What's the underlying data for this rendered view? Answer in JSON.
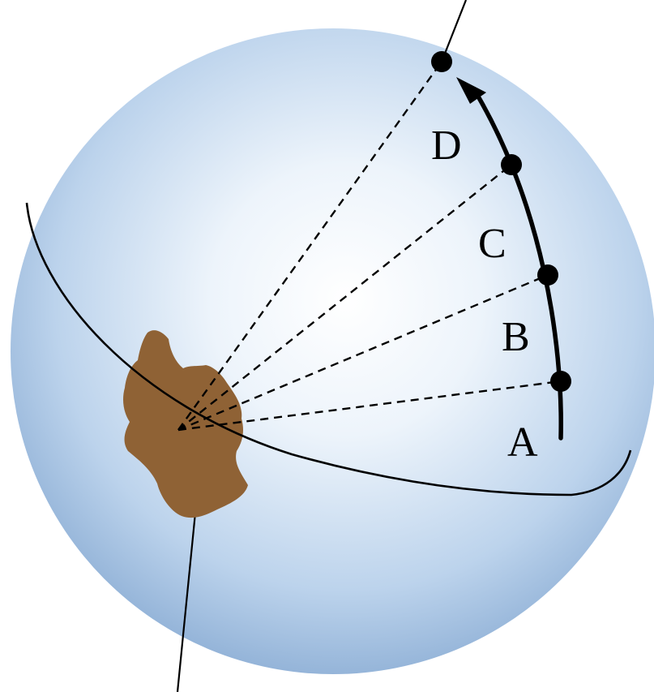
{
  "labels": {
    "a": "A",
    "b": "B",
    "c": "C",
    "d": "D"
  },
  "colors": {
    "sphere_highlight": "#ffffff",
    "sphere_mid": "#d6e6f5",
    "sphere_edge": "#8fb2d9",
    "land": "#8f6235",
    "ink": "#000000"
  }
}
